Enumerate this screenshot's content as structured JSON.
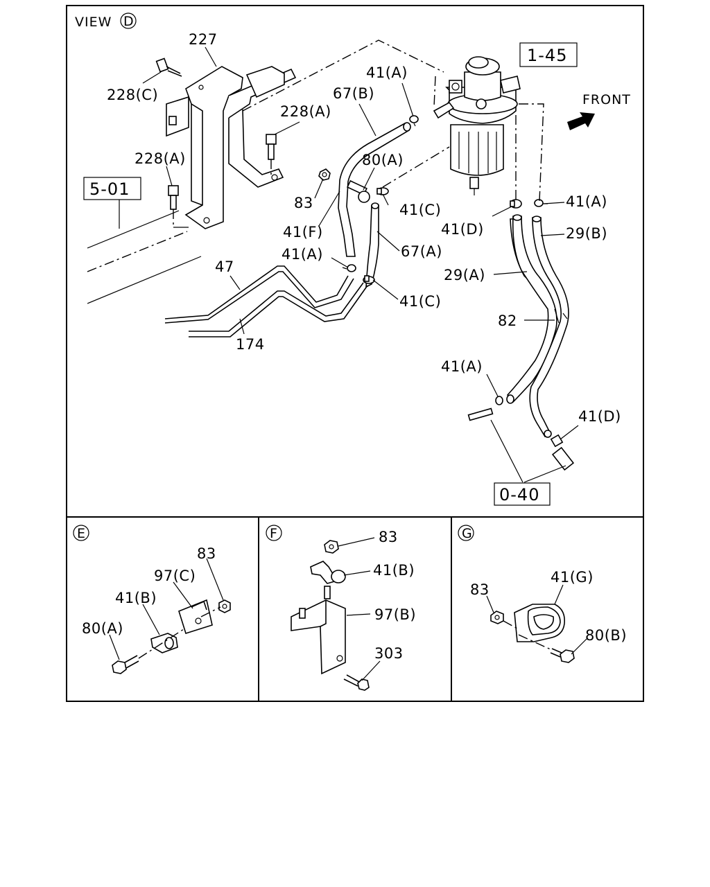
{
  "view": {
    "prefix": "VIEW",
    "letter": "D"
  },
  "direction": {
    "label": "FRONT"
  },
  "refs": {
    "r1": "1-45",
    "r2": "5-01",
    "r3": "0-40"
  },
  "main_labels": {
    "l227": "227",
    "l228c": "228(C)",
    "l228a_top": "228(A)",
    "l228a_left": "228(A)",
    "l67b": "67(B)",
    "l41a_top": "41(A)",
    "l80a": "80(A)",
    "l83": "83",
    "l41c_top": "41(C)",
    "l41f": "41(F)",
    "l41a_mid": "41(A)",
    "l67a": "67(A)",
    "l47": "47",
    "l41c_low": "41(C)",
    "l174": "174",
    "l41d_top": "41(D)",
    "l41a_right": "41(A)",
    "l29b": "29(B)",
    "l29a": "29(A)",
    "l82": "82",
    "l41a_low": "41(A)",
    "l41d_low": "41(D)"
  },
  "panel_e": {
    "letter": "E",
    "labels": {
      "l83": "83",
      "l97c": "97(C)",
      "l41b": "41(B)",
      "l80a": "80(A)"
    }
  },
  "panel_f": {
    "letter": "F",
    "labels": {
      "l83": "83",
      "l41b": "41(B)",
      "l97b": "97(B)",
      "l303": "303"
    }
  },
  "panel_g": {
    "letter": "G",
    "labels": {
      "l41g": "41(G)",
      "l83": "83",
      "l80b": "80(B)"
    }
  }
}
